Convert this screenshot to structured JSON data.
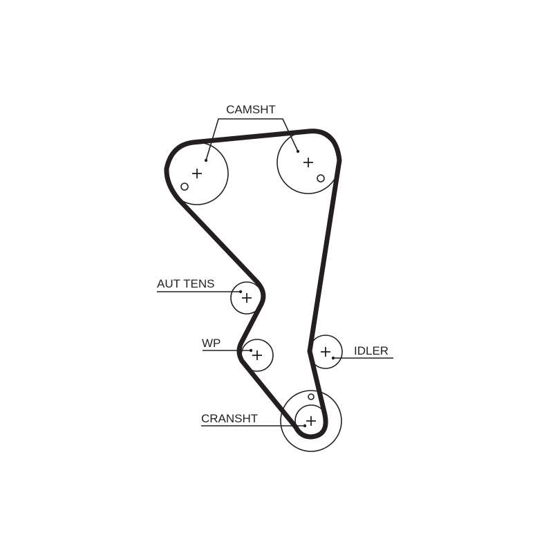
{
  "labels": {
    "camshaft": "CAMSHT",
    "auto_tensioner": "AUT TENS",
    "water_pump": "WP",
    "idler": "IDLER",
    "crankshaft": "CRANSHT"
  },
  "colors": {
    "ink": "#231f20",
    "background": "#ffffff"
  }
}
